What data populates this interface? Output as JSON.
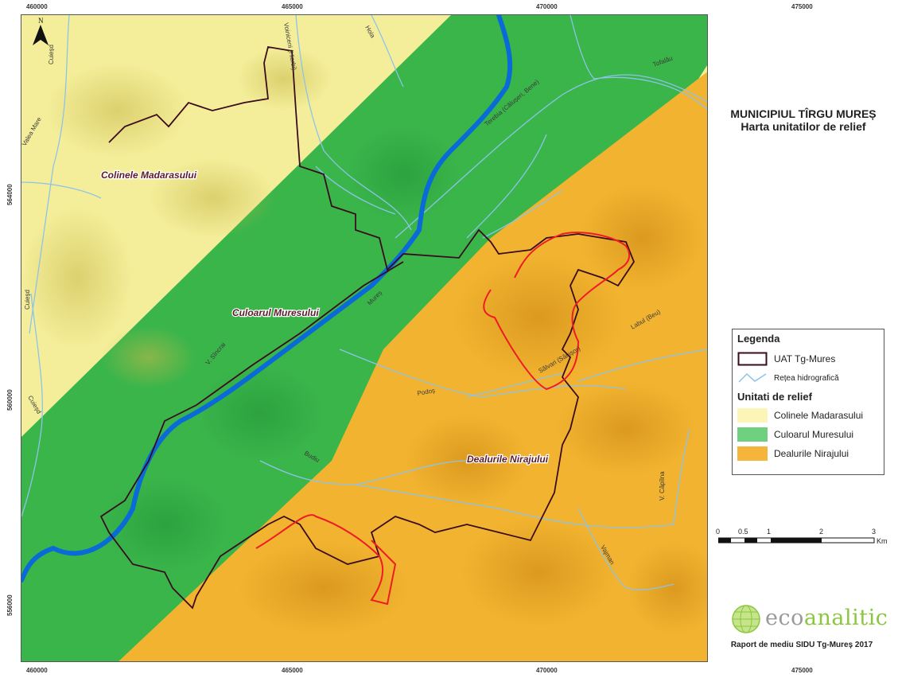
{
  "map": {
    "grid_x_labels": [
      "460000",
      "465000",
      "470000",
      "475000"
    ],
    "grid_y_labels": [
      "564000",
      "560000",
      "556000"
    ],
    "north_label": "N",
    "units": {
      "colinele": "Colinele Madarasului",
      "culoarul": "Culoarul Muresului",
      "dealurile": "Dealurile Nirajului"
    },
    "rivers": {
      "cuiesd1": "Cuieșd",
      "cuiesd2": "Cuieșd",
      "cuiesd3": "Cuieșd",
      "valea_mare": "Valea Mare",
      "voiniceni": "Voiniceni (Hiorbi)",
      "hola": "Hola",
      "terebia": "Terebia (Călușeri, Bene)",
      "tofalau": "Tofalău",
      "mures": "Mureș",
      "v_sincrai": "V. Sîncrai",
      "podos": "Podoș",
      "salvari": "Sălvari (Sânișor)",
      "labul": "Labul (Beu)",
      "budiu": "Budiu",
      "v_capilna": "V. Căpîlna",
      "vajman": "Vajman"
    },
    "colors": {
      "colinele": "#f4ee9a",
      "culoarul": "#39b54a",
      "dealurile": "#f2b430",
      "boundary": "#3a0c1e",
      "red_line": "#ee1c24",
      "river": "#0a6ad8",
      "stream": "#8ec3e8"
    }
  },
  "title": {
    "line1": "MUNICIPIUL TÎRGU MUREȘ",
    "line2": "Harta unitatilor de relief"
  },
  "legend": {
    "title": "Legenda",
    "uat_label": "UAT Tg-Mures",
    "hydro_label": "Rețea hidrografică",
    "units_title": "Unitati de relief",
    "items": [
      {
        "label": "Colinele Madarasului",
        "color": "#fbf5b6"
      },
      {
        "label": "Culoarul Muresului",
        "color": "#6fd07f"
      },
      {
        "label": "Dealurile Nirajului",
        "color": "#f5b43a"
      }
    ]
  },
  "scale": {
    "labels": [
      "0",
      "0.5",
      "1",
      "2",
      "3"
    ],
    "unit": "Km"
  },
  "logo": {
    "eco": "eco",
    "analitic": "analitic"
  },
  "footer": {
    "report": "Raport de mediu SIDU Tg-Mureș 2017"
  }
}
